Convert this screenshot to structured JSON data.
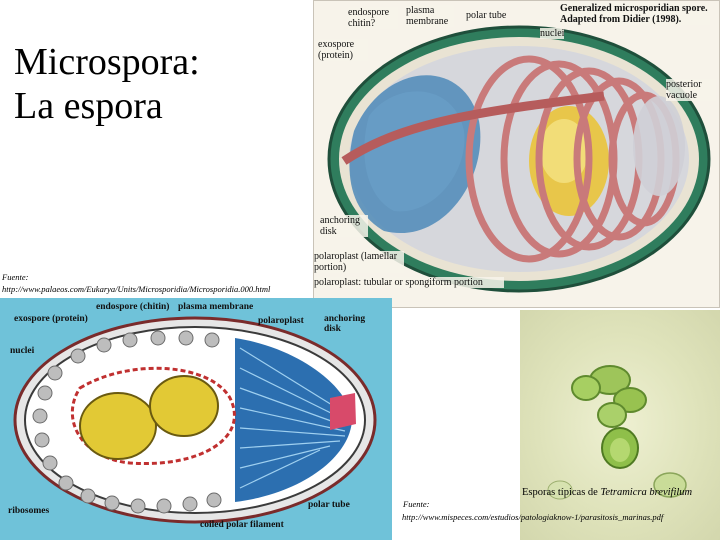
{
  "slide": {
    "title_line1": "Microspora:",
    "title_line2": "La espora"
  },
  "top_figure": {
    "heading": "Generalized microsporidian spore. Adapted from Didier (1998).",
    "labels": {
      "endospore_chitin": "endospore chitin?",
      "plasma_membrane": "plasma membrane",
      "polar_tube": "polar tube",
      "nuclei": "nuclei",
      "exospore_protein": "exospore (protein)",
      "posterior_vacuole": "posterior vacuole",
      "anchoring_disk": "anchoring disk",
      "polaroplast_lamellar": "polaroplast (lamellar portion)",
      "polaroplast_tubular": "polaroplast: tubular or spongiform portion"
    },
    "source_prefix": "Fuente:",
    "source_url": "http://www.palaeos.com/Eukarya/Units/Microsporidia/Microsporidia.000.html"
  },
  "bottom_figure": {
    "labels": {
      "endospore_chitin": "endospore (chitin)",
      "plasma_membrane": "plasma membrane",
      "exospore_protein": "exospore (protein)",
      "polaroplast": "polaroplast",
      "anchoring_disk": "anchoring disk",
      "nuclei": "nuclei",
      "polar_tube": "polar tube",
      "ribosomes": "ribosomes",
      "coiled_polar_filament": "coiled polar filament"
    }
  },
  "photo": {
    "caption_prefix": "Esporas típicas de ",
    "caption_species": "Tetramicra brevifilum",
    "source_prefix": "Fuente:",
    "source_url": "http://www.mispeces.com/estudios/patologiaknow-1/parasitosis_marinas.pdf"
  }
}
